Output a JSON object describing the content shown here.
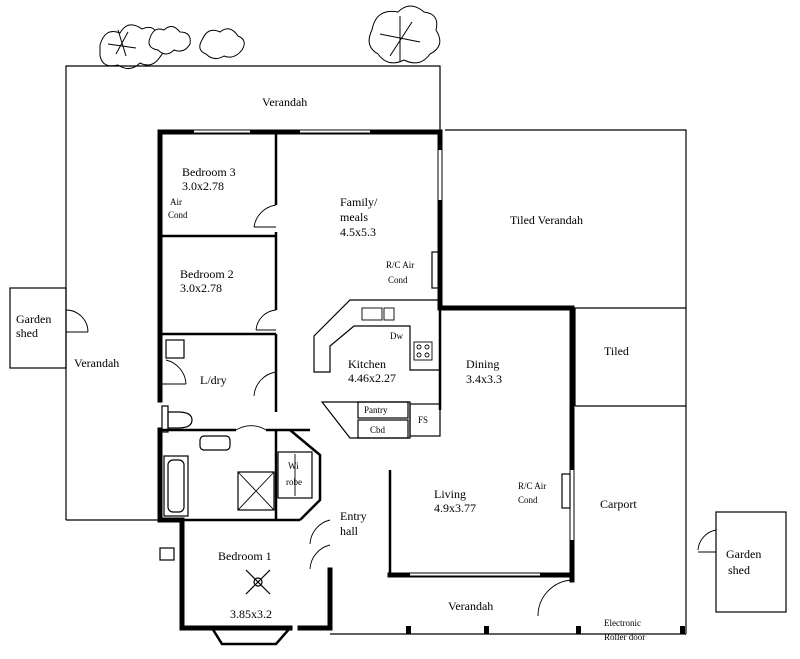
{
  "rooms": {
    "verandah_top": "Verandah",
    "bedroom3": {
      "name": "Bedroom 3",
      "size": "3.0x2.78"
    },
    "air_cond_bed3": [
      "Air",
      "Cond"
    ],
    "family": {
      "name1": "Family/",
      "name2": "meals",
      "size": "4.5x5.3"
    },
    "tiled_verandah": "Tiled Verandah",
    "bedroom2": {
      "name": "Bedroom 2",
      "size": "3.0x2.78"
    },
    "rc_air_cond_family": [
      "R/C Air",
      "Cond"
    ],
    "garden_shed_left": [
      "Garden",
      "shed"
    ],
    "verandah_left": "Verandah",
    "kitchen": {
      "name": "Kitchen",
      "size": "4.46x2.27",
      "dw": "Dw"
    },
    "laundry": "L/dry",
    "dining": {
      "name": "Dining",
      "size": "3.4x3.3"
    },
    "tiled": "Tiled",
    "pantry": "Pantry",
    "cupboard": "Cbd",
    "fridge_space": "FS",
    "wardrobe": [
      "Wi",
      "robe"
    ],
    "living": {
      "name": "Living",
      "size": "4.9x3.77"
    },
    "rc_air_cond_living": [
      "R/C Air",
      "Cond"
    ],
    "carport": "Carport",
    "entry": [
      "Entry",
      "hall"
    ],
    "bedroom1": {
      "name": "Bedroom 1",
      "size": "3.85x3.2"
    },
    "garden_shed_right": [
      "Garden",
      "shed"
    ],
    "verandah_bottom": "Verandah",
    "roller_door": [
      "Electronic",
      "Roller door"
    ]
  }
}
